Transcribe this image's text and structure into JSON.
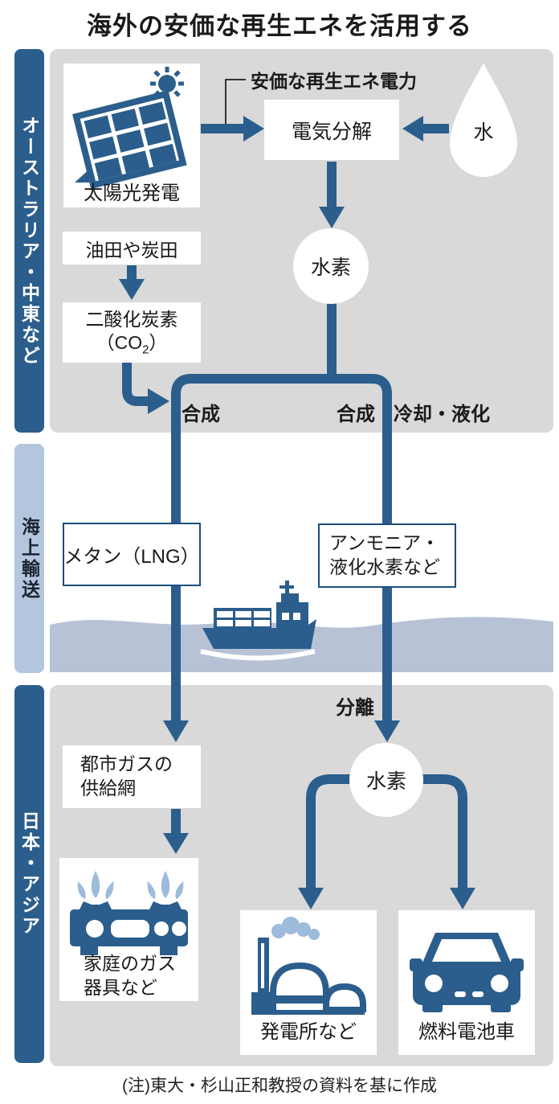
{
  "title": "海外の安価な再生エネを活用する",
  "footer_note": "(注)東大・杉山正和教授の資料を基に作成",
  "colors": {
    "dark_blue": "#2b5e8c",
    "light_blue": "#b3c6dd",
    "water_blue": "#b7c2d6",
    "flame_blue": "#9dbbdb",
    "panel_gray": "#d9d9d9",
    "box_border_blue": "#1d4e7e",
    "text_black": "#1a1a1a",
    "white": "#ffffff"
  },
  "sidebar": {
    "sections": [
      {
        "label": "オーストラリア・中東など",
        "style": "dark"
      },
      {
        "label": "海上輸送",
        "style": "light"
      },
      {
        "label": "日本・アジア",
        "style": "dark"
      }
    ]
  },
  "flow_labels": {
    "cheap_power": "安価な再生エネ電力",
    "synthesis_left": "合成",
    "synthesis_right": "合成",
    "cooling_liquefaction": "冷却・液化",
    "separation": "分離"
  },
  "nodes": {
    "solar_pv": {
      "label": "太陽光発電"
    },
    "electrolysis": {
      "label": "電気分解"
    },
    "water": {
      "label": "水"
    },
    "hydrogen_overseas": {
      "label": "水素"
    },
    "oil_coal_field": {
      "label": "油田や炭田"
    },
    "co2": {
      "line1": "二酸化炭素",
      "paren_open": "（",
      "formula": "CO",
      "subscript": "2",
      "paren_close": "）"
    },
    "methane": {
      "label": "メタン（LNG）"
    },
    "ammonia": {
      "line1": "アンモニア・",
      "line2": "液化水素など"
    },
    "hydrogen_japan": {
      "label": "水素"
    },
    "city_gas": {
      "line1": "都市ガスの",
      "line2": "供給網"
    },
    "home_gas": {
      "line1": "家庭のガス",
      "line2": "器具など"
    },
    "power_plant": {
      "label": "発電所など"
    },
    "fuel_cell_vehicle": {
      "label": "燃料電池車"
    }
  }
}
